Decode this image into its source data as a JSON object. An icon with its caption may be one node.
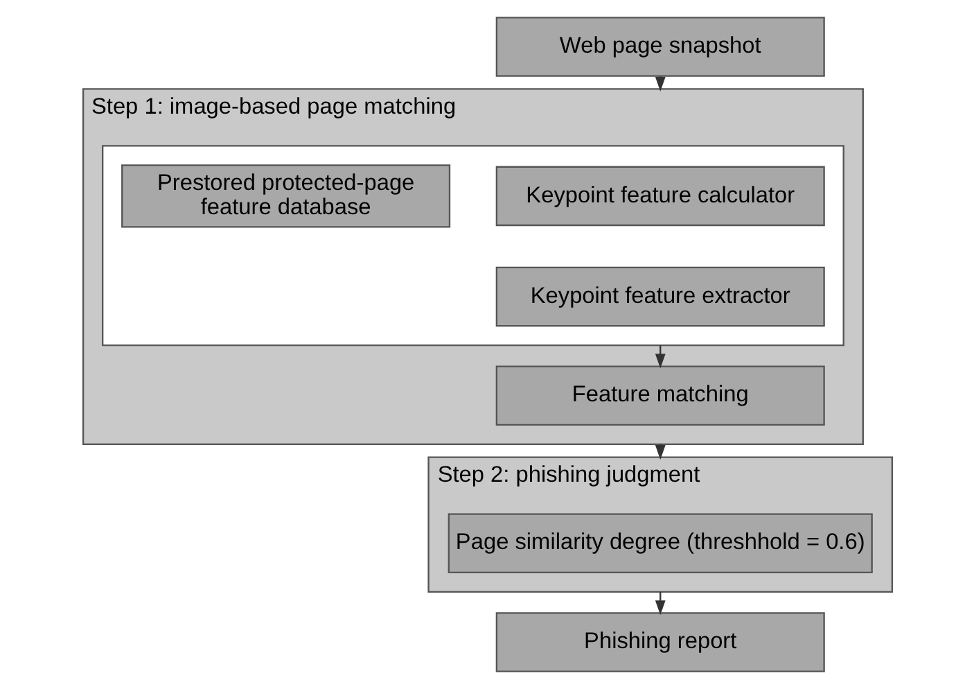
{
  "diagram": {
    "nodes": [
      {
        "text": [
          "Web page snapshot"
        ]
      },
      {
        "text": [
          "Step 1: image-based page matching"
        ]
      },
      {
        "text": [],
        "shape": "box",
        "in": 1
      },
      {
        "text": [
          "Keypoint feature calculator"
        ],
        "in": 2
      },
      {
        "text": [
          "Prestored protected-page feature database"
        ],
        "in": 2
      },
      {
        "text": [
          "Keypoint feature extractor"
        ],
        "in": 2
      },
      {
        "text": [
          "Feature matching"
        ],
        "in": 1
      },
      {
        "text": [
          "Step 2: phishing judgment"
        ]
      },
      {
        "text": [
          "Page similarity degree (threshhold = 0.6)"
        ],
        "in": 7
      },
      {
        "text": [
          "Phishing report"
        ]
      }
    ],
    "edges": [
      {
        "from": 0,
        "to": 1,
        "arrow": "to"
      },
      {
        "from": 2,
        "to": 6,
        "arrow": "to"
      },
      {
        "from": 1,
        "to": 7,
        "arrow": "to"
      },
      {
        "from": 7,
        "to": 9,
        "arrow": "to"
      }
    ]
  }
}
